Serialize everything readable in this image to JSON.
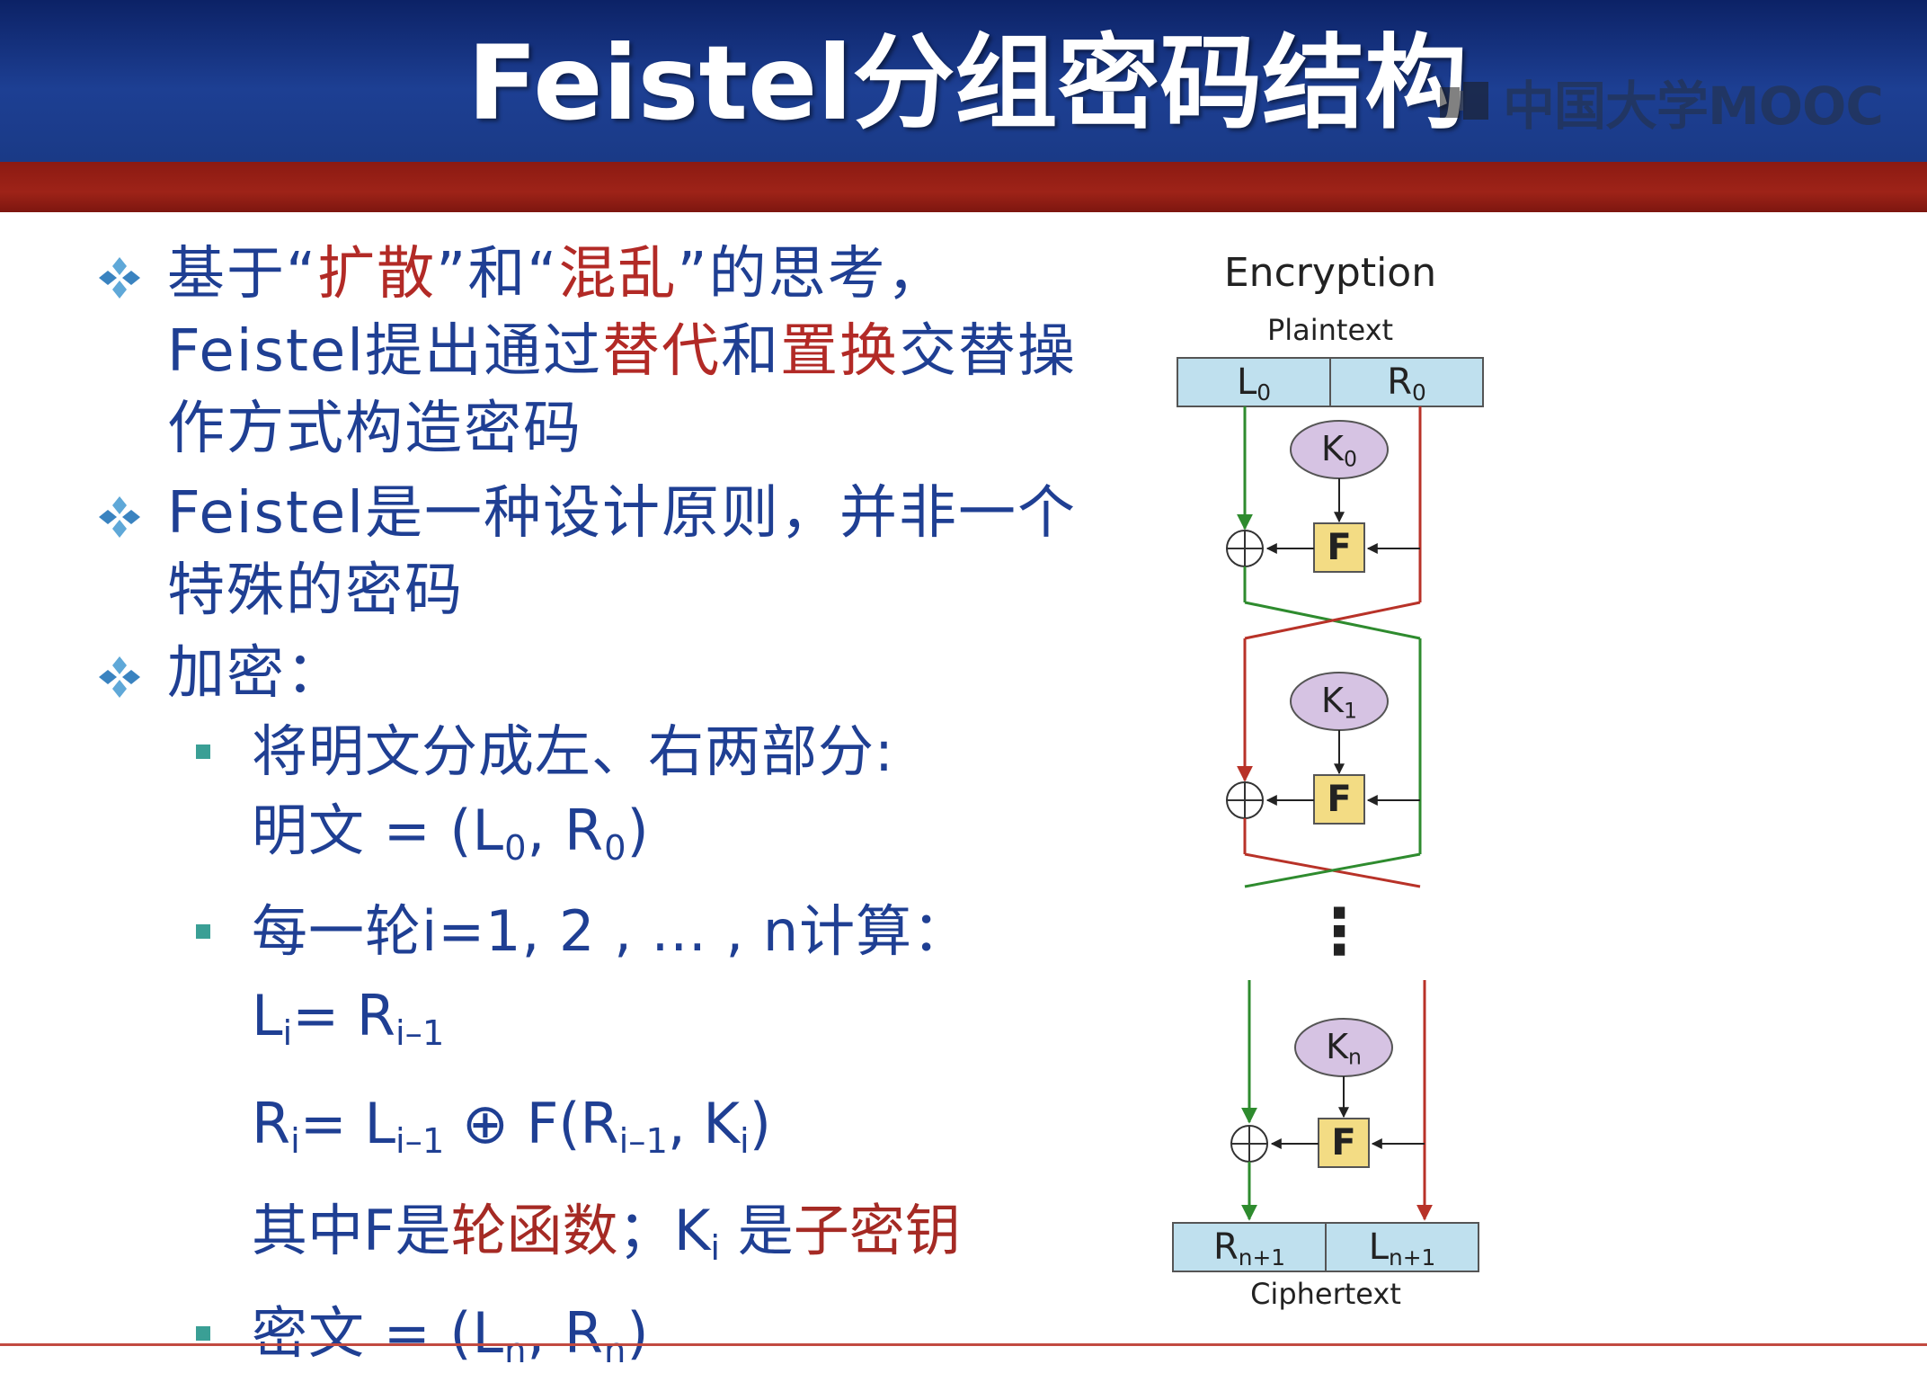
{
  "slide": {
    "title": "Feistel分组密码结构",
    "watermark": "中国大学MOOC",
    "bullet1": {
      "parts": [
        "基于“",
        "扩散",
        "”和“",
        "混乱",
        "”的思考，Feistel提出通过",
        "替代",
        "和",
        "置换",
        "交替操作方式构造密码"
      ]
    },
    "bullet2": {
      "text": "Feistel是一种设计原则，并非一个特殊的密码"
    },
    "bullet3": {
      "label": "加密："
    },
    "sub1": {
      "line1": "将明文分成左、右两部分:",
      "line2_prefix": "明文 = (L",
      "line2_mid": ", R",
      "line2_suffix": ")",
      "sub0": "0"
    },
    "sub2": {
      "line1": "每一轮i=1, 2 , ... , n计算："
    },
    "formulas": {
      "f1_a": "L",
      "f1_i": "i",
      "f1_b": "= R",
      "f1_im1": "i–1",
      "f2_a": "R",
      "f2_i": "i",
      "f2_b": "= L",
      "f2_im1": "i–1",
      "f2_c": " ⊕ F(R",
      "f2_im1b": "i–1",
      "f2_d": ", K",
      "f2_i2": "i",
      "f2_e": ")",
      "f3_a": "其中F是",
      "f3_red1": "轮函数",
      "f3_b": "；K",
      "f3_i": "i",
      "f3_c": " 是",
      "f3_red2": "子密钥"
    },
    "sub3": {
      "prefix": "密文 = (L",
      "n1": "n",
      "mid": ", R",
      "n2": "n",
      "suffix": ")"
    }
  },
  "diagram": {
    "title": "Encryption",
    "top_label": "Plaintext",
    "bottom_label": "Ciphertext",
    "top_left": "L",
    "top_left_sub": "0",
    "top_right": "R",
    "top_right_sub": "0",
    "bottom_left": "R",
    "bottom_left_sub": "n+1",
    "bottom_right": "L",
    "bottom_right_sub": "n+1",
    "keys": [
      {
        "k": "K",
        "sub": "0"
      },
      {
        "k": "K",
        "sub": "1"
      },
      {
        "k": "K",
        "sub": "n"
      }
    ],
    "f_label": "F",
    "ellipsis": "⋮",
    "colors": {
      "left_line": "#2e8b2e",
      "right_line": "#b83228",
      "box_fill": "#bfe0ee",
      "key_fill": "#d6c3e3",
      "f_fill": "#f3dc84"
    }
  }
}
